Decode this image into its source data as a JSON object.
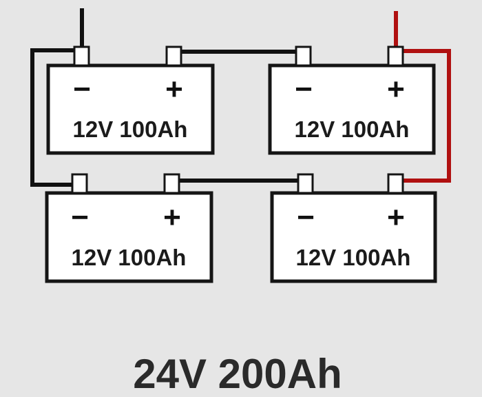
{
  "diagram": {
    "batteries": [
      {
        "id": "top-left",
        "label": "12V 100Ah",
        "neg_symbol": "−",
        "pos_symbol": "+"
      },
      {
        "id": "top-right",
        "label": "12V 100Ah",
        "neg_symbol": "−",
        "pos_symbol": "+"
      },
      {
        "id": "bottom-left",
        "label": "12V 100Ah",
        "neg_symbol": "−",
        "pos_symbol": "+"
      },
      {
        "id": "bottom-right",
        "label": "12V 100Ah",
        "neg_symbol": "−",
        "pos_symbol": "+"
      }
    ],
    "total_label": "24V 200Ah",
    "colors": {
      "background": "#e6e6e6",
      "battery_fill": "#ffffff",
      "battery_outline": "#151515",
      "wire_black": "#111111",
      "wire_red": "#b01010",
      "terminal_fill": "#ffffff"
    }
  }
}
